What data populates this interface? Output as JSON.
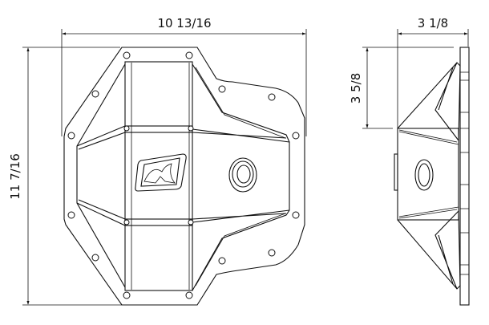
{
  "dimensions": {
    "front_width": "10 13/16",
    "front_height": "11 7/16",
    "side_depth": "3 1/8",
    "side_height": "3 5/8"
  },
  "colors": {
    "line": "#111111",
    "background": "#ffffff"
  }
}
